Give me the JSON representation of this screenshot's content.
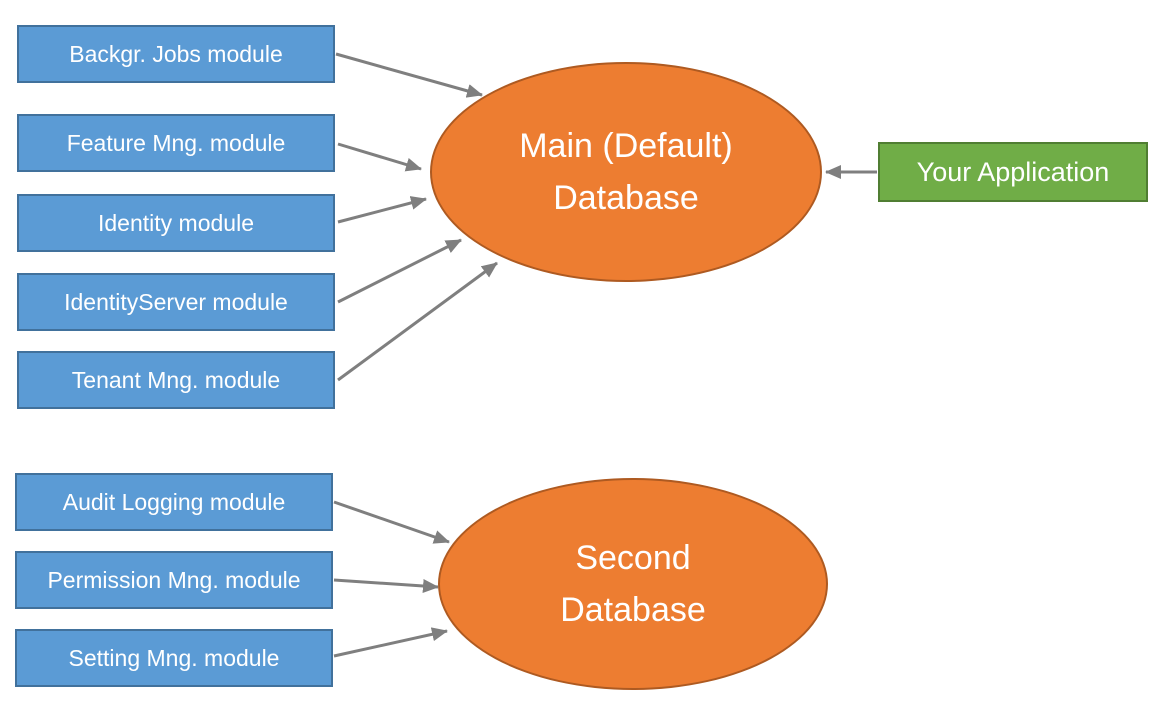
{
  "diagram": {
    "modules_top": [
      "Backgr. Jobs module",
      "Feature Mng. module",
      "Identity module",
      "IdentityServer module",
      "Tenant Mng. module"
    ],
    "modules_bottom": [
      "Audit Logging module",
      "Permission Mng. module",
      "Setting Mng. module"
    ],
    "databases": [
      {
        "name": "Main (Default) Database",
        "lines": [
          "Main (Default)",
          "Database"
        ]
      },
      {
        "name": "Second Database",
        "lines": [
          "Second",
          "Database"
        ]
      }
    ],
    "application": {
      "label": "Your Application"
    },
    "edges": [
      {
        "from": "Backgr. Jobs module",
        "to": "Main (Default) Database"
      },
      {
        "from": "Feature Mng. module",
        "to": "Main (Default) Database"
      },
      {
        "from": "Identity module",
        "to": "Main (Default) Database"
      },
      {
        "from": "IdentityServer module",
        "to": "Main (Default) Database"
      },
      {
        "from": "Tenant Mng. module",
        "to": "Main (Default) Database"
      },
      {
        "from": "Audit Logging module",
        "to": "Second Database"
      },
      {
        "from": "Permission Mng. module",
        "to": "Second Database"
      },
      {
        "from": "Setting Mng. module",
        "to": "Second Database"
      },
      {
        "from": "Your Application",
        "to": "Main (Default) Database"
      }
    ],
    "colors": {
      "module_fill": "#5B9BD5",
      "module_border": "#41719C",
      "database_fill": "#ED7D31",
      "database_border": "#AE5A21",
      "application_fill": "#70AD47",
      "application_border": "#507E32",
      "arrow": "#7F7F7F",
      "text": "#FFFFFF"
    }
  }
}
